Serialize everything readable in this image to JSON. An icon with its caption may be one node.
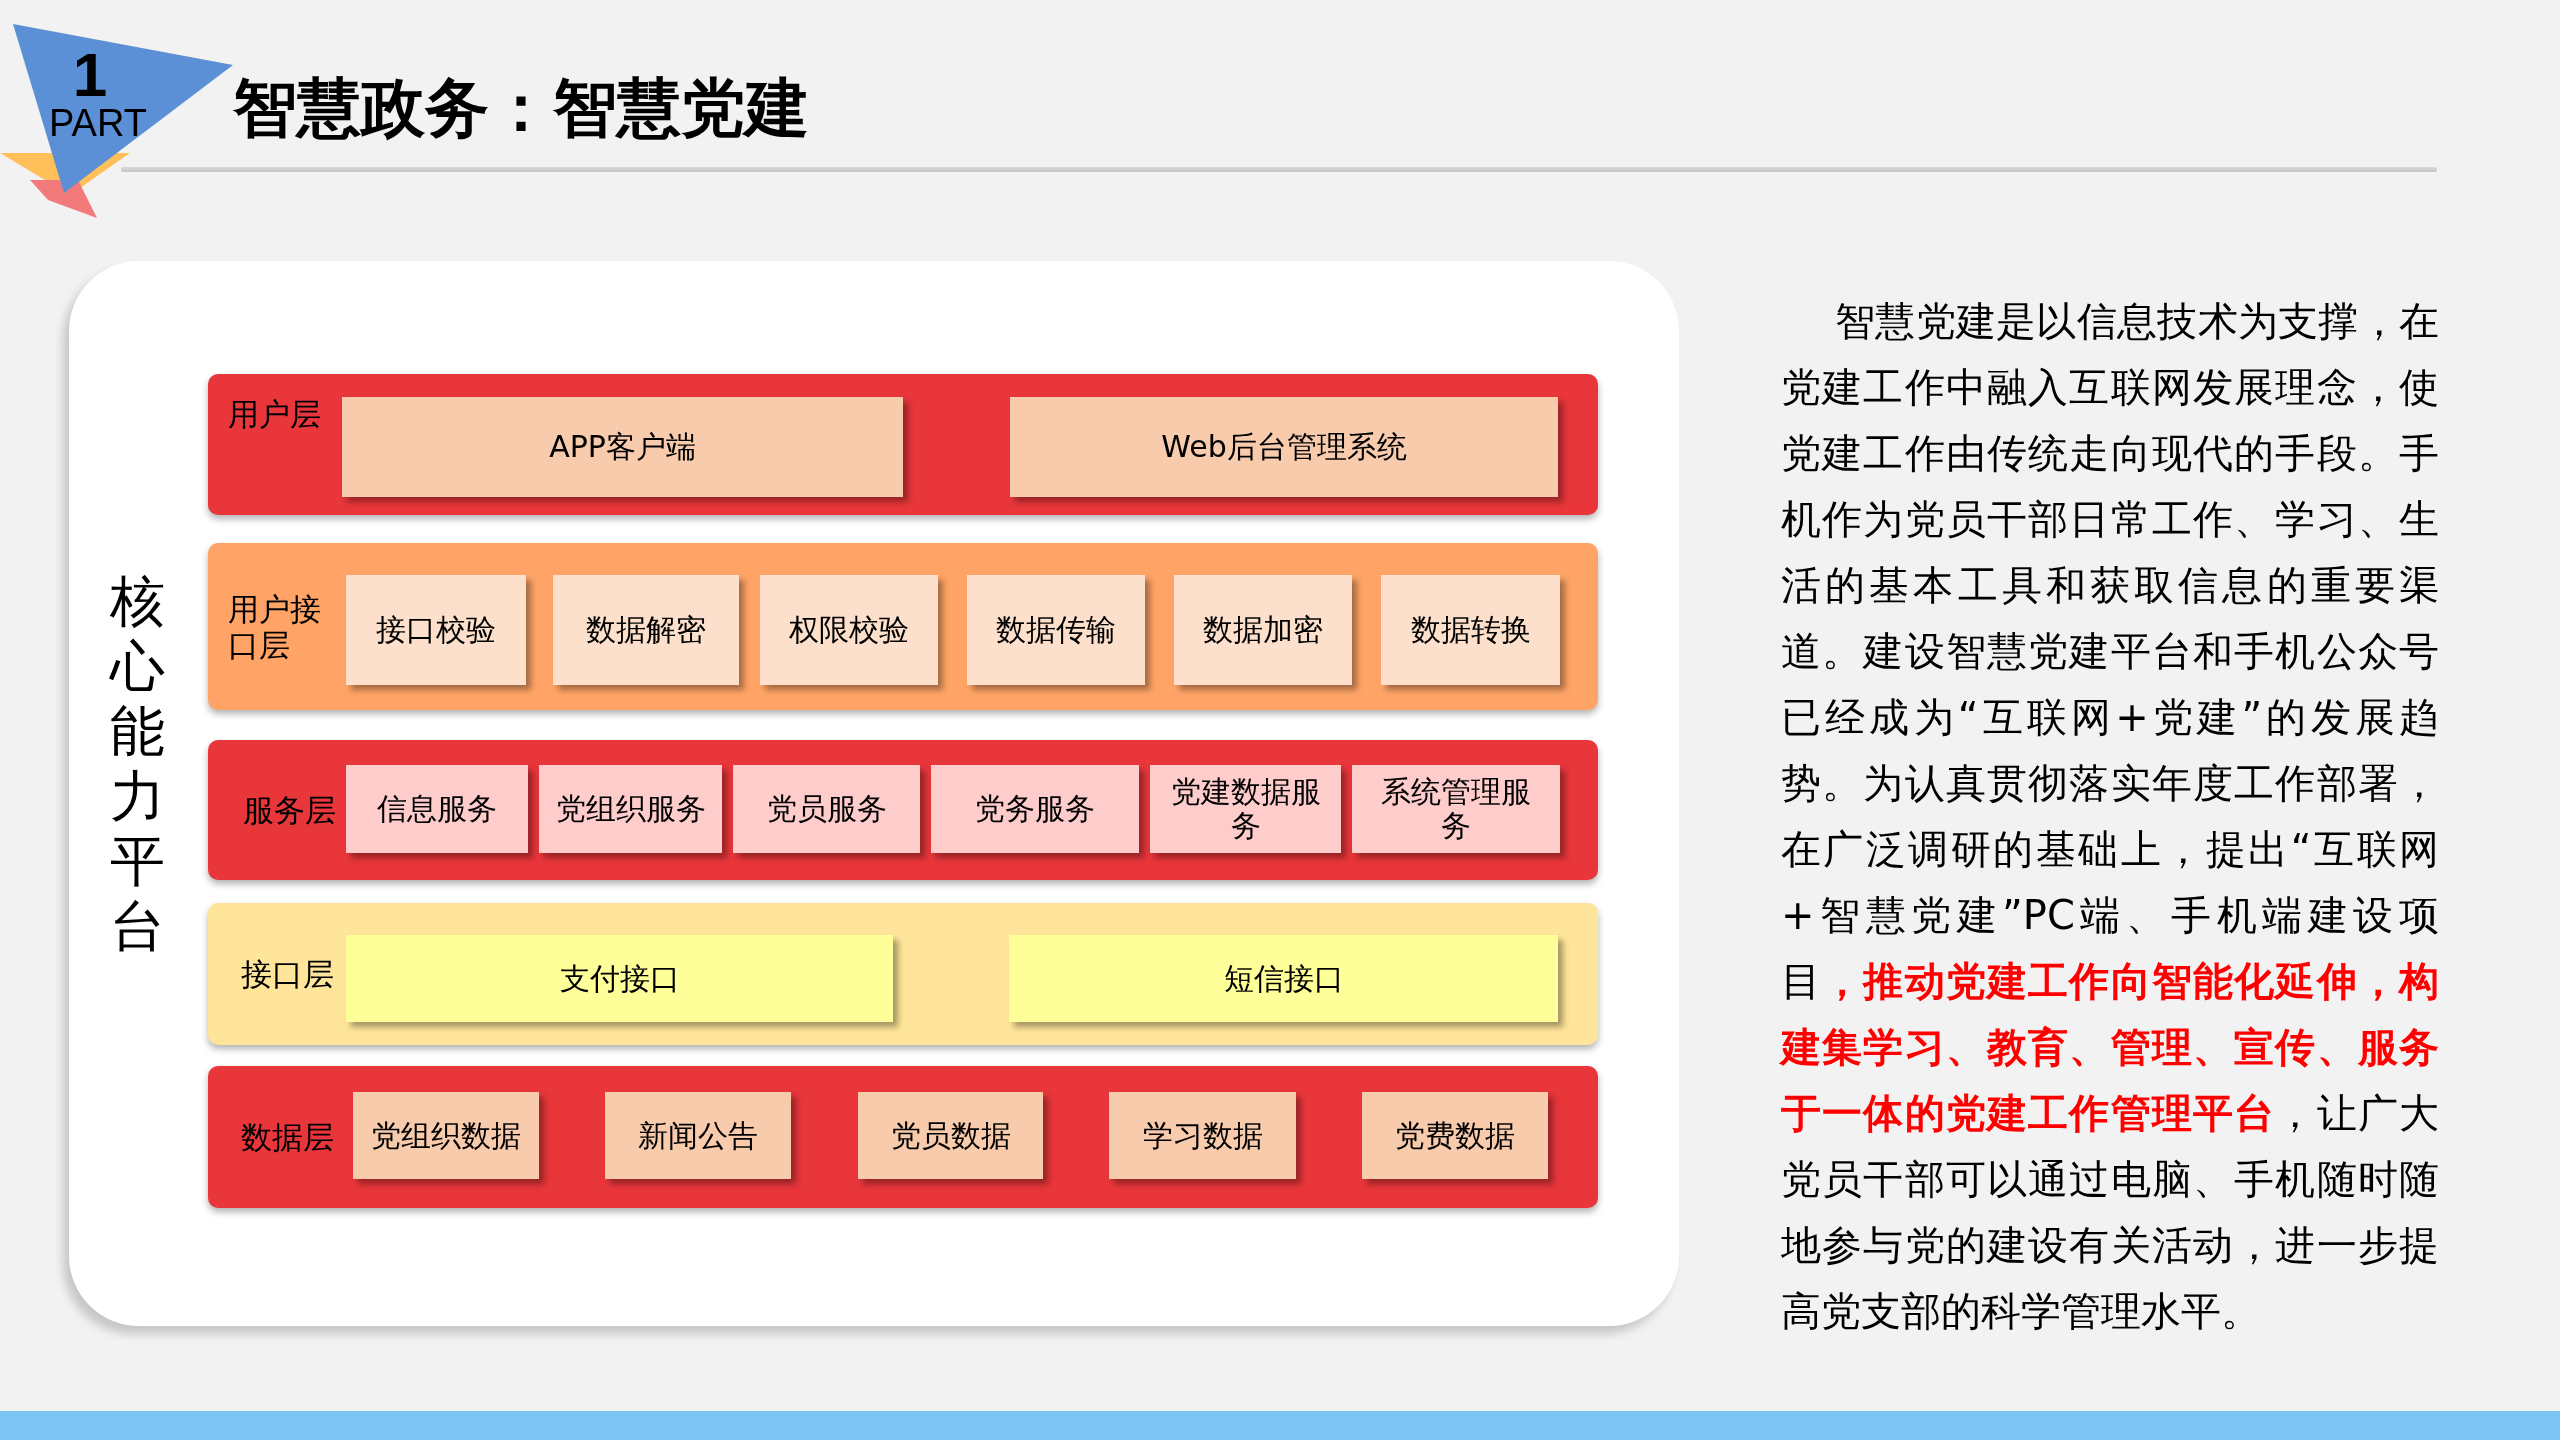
{
  "diagram": {
    "title": "智慧政务：智慧党建",
    "nodes": [
      {
        "text": [
          "1",
          "PART"
        ]
      },
      {
        "text": [
          "核心能力平台"
        ]
      },
      {
        "text": [
          "用户层"
        ],
        "in": 1
      },
      {
        "text": [
          "APP客户端"
        ],
        "in": 2
      },
      {
        "text": [
          "Web后台管理系统"
        ],
        "in": 2
      },
      {
        "text": [
          "用户接口层"
        ],
        "in": 1
      },
      {
        "text": [
          "接口校验"
        ],
        "in": 5
      },
      {
        "text": [
          "数据解密"
        ],
        "in": 5
      },
      {
        "text": [
          "权限校验"
        ],
        "in": 5
      },
      {
        "text": [
          "数据传输"
        ],
        "in": 5
      },
      {
        "text": [
          "数据加密"
        ],
        "in": 5
      },
      {
        "text": [
          "数据转换"
        ],
        "in": 5
      },
      {
        "text": [
          "服务层"
        ],
        "in": 1
      },
      {
        "text": [
          "信息服务"
        ],
        "in": 12
      },
      {
        "text": [
          "党组织服务"
        ],
        "in": 12
      },
      {
        "text": [
          "党员服务"
        ],
        "in": 12
      },
      {
        "text": [
          "党务服务"
        ],
        "in": 12
      },
      {
        "text": [
          "党建数据服务"
        ],
        "in": 12
      },
      {
        "text": [
          "系统管理服务"
        ],
        "in": 12
      },
      {
        "text": [
          "接口层"
        ],
        "in": 1
      },
      {
        "text": [
          "支付接口"
        ],
        "in": 19
      },
      {
        "text": [
          "短信接口"
        ],
        "in": 19
      },
      {
        "text": [
          "数据层"
        ],
        "in": 1
      },
      {
        "text": [
          "党组织数据"
        ],
        "in": 22
      },
      {
        "text": [
          "新闻公告"
        ],
        "in": 22
      },
      {
        "text": [
          "党员数据"
        ],
        "in": 22
      },
      {
        "text": [
          "学习数据"
        ],
        "in": 22
      },
      {
        "text": [
          "党费数据"
        ],
        "in": 22
      }
    ],
    "edges": [],
    "labels": [
      "智慧党建是以信息技术为支撑，在党建工作中融入互联网发展理念，使党建工作由传统走向现代的手段。手机作为党员干部日常工作、学习、生活的基本工具和获取信息的重要渠道。建设智慧党建平台和手机公众号已经成为“互联网+党建”的发展趋势。为认真贯彻落实年度工作部署，在广泛调研的基础上，提出“互联网+智慧党建”PC端、手机端建设项目**，推动党建工作向智能化延伸，构建集学习、教育、管理、宣传、服务于一体的党建工作管理平台**，让广大党员干部可以通过电脑、手机随时随地参与党的建设有关活动，进一步提高党支部的科学管理水平。"
    ]
  }
}
